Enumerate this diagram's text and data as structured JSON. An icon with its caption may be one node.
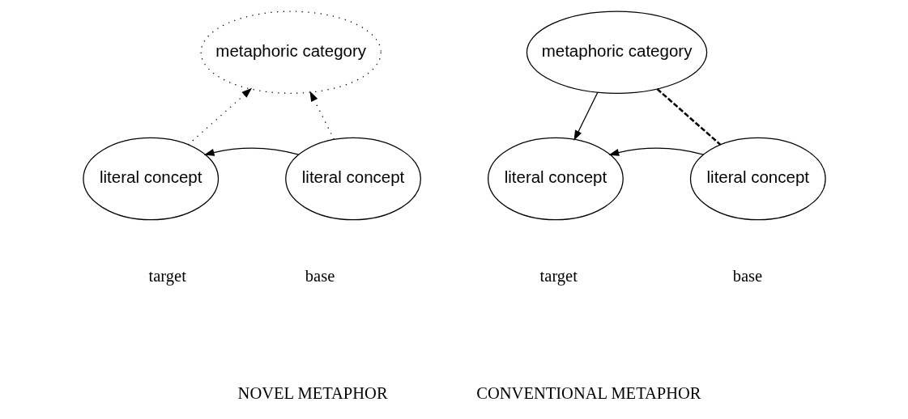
{
  "diagram": {
    "nodes": [
      {
        "text": [
          "metaphoric category"
        ]
      },
      {
        "text": [
          "literal concept"
        ],
        "beside": [
          "target"
        ]
      },
      {
        "text": [
          "literal concept"
        ],
        "beside": [
          "base"
        ]
      },
      {
        "text": [
          "metaphoric category"
        ]
      },
      {
        "text": [
          "literal concept"
        ],
        "beside": [
          "target"
        ]
      },
      {
        "text": [
          "literal concept"
        ],
        "beside": [
          "base"
        ]
      }
    ],
    "edges": [
      {
        "from": 1,
        "to": 0,
        "arrow": "to",
        "style": "dashed"
      },
      {
        "from": 2,
        "to": 0,
        "arrow": "to",
        "style": "dashed"
      },
      {
        "from": 2,
        "to": 1,
        "arrow": "to"
      },
      {
        "from": 3,
        "to": 4,
        "arrow": "to"
      },
      {
        "from": 3,
        "to": 5,
        "arrow": "none",
        "style": "dashed"
      },
      {
        "from": 5,
        "to": 4,
        "arrow": "to"
      }
    ],
    "labels": [
      "NOVEL METAPHOR",
      "CONVENTIONAL METAPHOR"
    ]
  }
}
